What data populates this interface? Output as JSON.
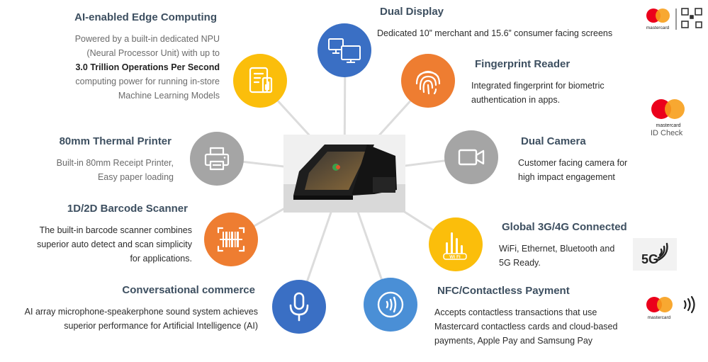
{
  "features": {
    "ai": {
      "title": "AI-enabled Edge Computing",
      "line1": "Powered by a built-in dedicated NPU",
      "line2": "(Neural Processor Unit) with up to",
      "line3_bold": "3.0 Trillion Operations Per Second",
      "line4": "computing power for running in-store",
      "line5": "Machine Learning Models"
    },
    "printer": {
      "title": "80mm Thermal Printer",
      "line1": "Built-in 80mm Receipt Printer,",
      "line2": "Easy paper loading"
    },
    "barcode": {
      "title": "1D/2D Barcode Scanner",
      "line1": "The built-in barcode scanner combines",
      "line2": "superior auto detect and scan simplicity",
      "line3": "for applications."
    },
    "conversational": {
      "title": "Conversational commerce",
      "line1": "AI array microphone-speakerphone sound system achieves",
      "line2": "superior performance for Artificial Intelligence (AI)"
    },
    "display": {
      "title": "Dual Display",
      "line1": "Dedicated 10” merchant and 15.6” consumer facing screens"
    },
    "fingerprint": {
      "title": "Fingerprint Reader",
      "line1": "Integrated fingerprint for biometric",
      "line2": "authentication in apps."
    },
    "camera": {
      "title": "Dual Camera",
      "line1": "Customer facing camera for",
      "line2": "high impact engagement"
    },
    "connected": {
      "title": "Global 3G/4G Connected",
      "line1": "WiFi, Ethernet, Bluetooth and",
      "line2": "5G Ready."
    },
    "nfc": {
      "title": "NFC/Contactless Payment",
      "line1": "Accepts contactless transactions that use",
      "line2": "Mastercard contactless cards and cloud-based",
      "line3": "payments, Apple Pay and Samsung Pay"
    }
  },
  "badges": {
    "mastercard_word": "mastercard",
    "id_check": "ID Check",
    "wifi_label": "Wi Fi",
    "fiveg": "5G"
  },
  "colors": {
    "blue": "#3a6fc4",
    "orange": "#ee7d31",
    "gray": "#a5a5a5",
    "yellow": "#fbbe0b",
    "light_blue": "#4a8fd6",
    "title": "#3d4f60",
    "mc_red": "#eb001b",
    "mc_orange": "#f79e1b"
  }
}
